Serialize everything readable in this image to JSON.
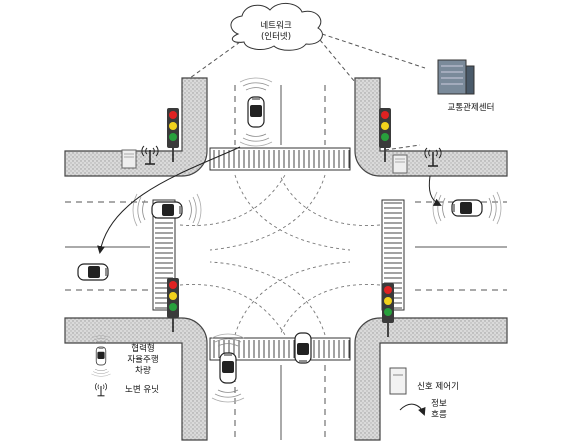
{
  "network": {
    "line1": "네트워크",
    "line2": "(인터넷)"
  },
  "traffic_center": {
    "label": "교통관제센터"
  },
  "legend": {
    "vehicle_line1": "협력형",
    "vehicle_line2": "자율주행",
    "vehicle_line3": "차량",
    "rsu_label": "노변 유닛"
  },
  "signal_controller": {
    "label": "신호 제어기"
  },
  "info_flow": {
    "line1": "정보",
    "line2": "흐름"
  },
  "colors": {
    "road_edge": "#444444",
    "curb": "#d4d4d4",
    "light_red": "#e02222",
    "light_yellow": "#f2d21c",
    "light_green": "#28a03c"
  }
}
